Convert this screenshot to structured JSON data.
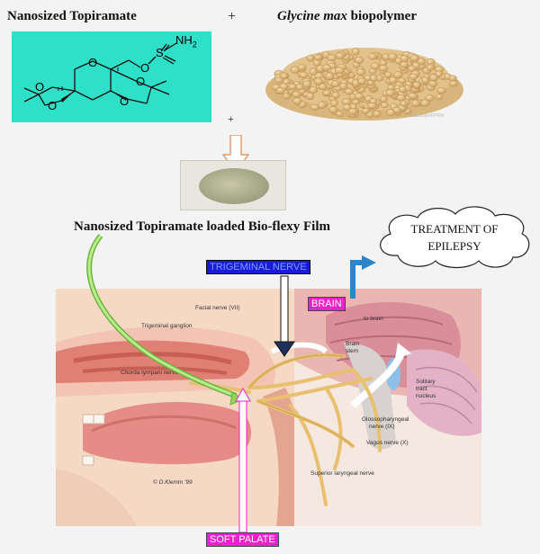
{
  "header": {
    "left_title": "Nanosized Topiramate",
    "plus_top": "+",
    "right_title_italic": "Glycine max",
    "right_title_rest": " biopolymer",
    "plus_mid": "+"
  },
  "molecule": {
    "o_labels": [
      "O",
      "O",
      "O",
      "O",
      "O",
      "O"
    ],
    "s_label": "S",
    "nh2_label": "NH",
    "nh2_sub": "2"
  },
  "soybean": {
    "watermark": "SaltwaterEPEW"
  },
  "film": {
    "caption": "Nanosized Topiramate loaded Bio-flexy Film"
  },
  "cloud": {
    "line1": "TREATMENT OF",
    "line2": "EPILEPSY"
  },
  "labels": {
    "trigeminal": "TRIGEMINAL NERVE",
    "brain": "BRAIN",
    "soft_palate": "SOFT PALATE"
  },
  "anatomy": {
    "facial_nerve": "Facial nerve (VII)",
    "trigeminal_ganglion": "Trigeminal ganglion",
    "chorda": "Chorda tympani nerve",
    "brain_stem_1": "Brain",
    "brain_stem_2": "stem",
    "brain_small": "to brain",
    "solitary_1": "Solitary",
    "solitary_2": "tract",
    "solitary_3": "nucleus",
    "glosso_1": "Glossopharyngeal",
    "glosso_2": "nerve (IX)",
    "vagus": "Vagus nerve (X)",
    "superior": "Superior laryngeal nerve",
    "copyright": "© D.Klemm '99"
  },
  "colors": {
    "molecule_bg": "#2fe0c8",
    "trigeminal_bg": "#1a1adb",
    "pink_bg": "#ee22cc",
    "arrow_green": "#8dd655",
    "arrow_blue": "#2a86c8"
  }
}
